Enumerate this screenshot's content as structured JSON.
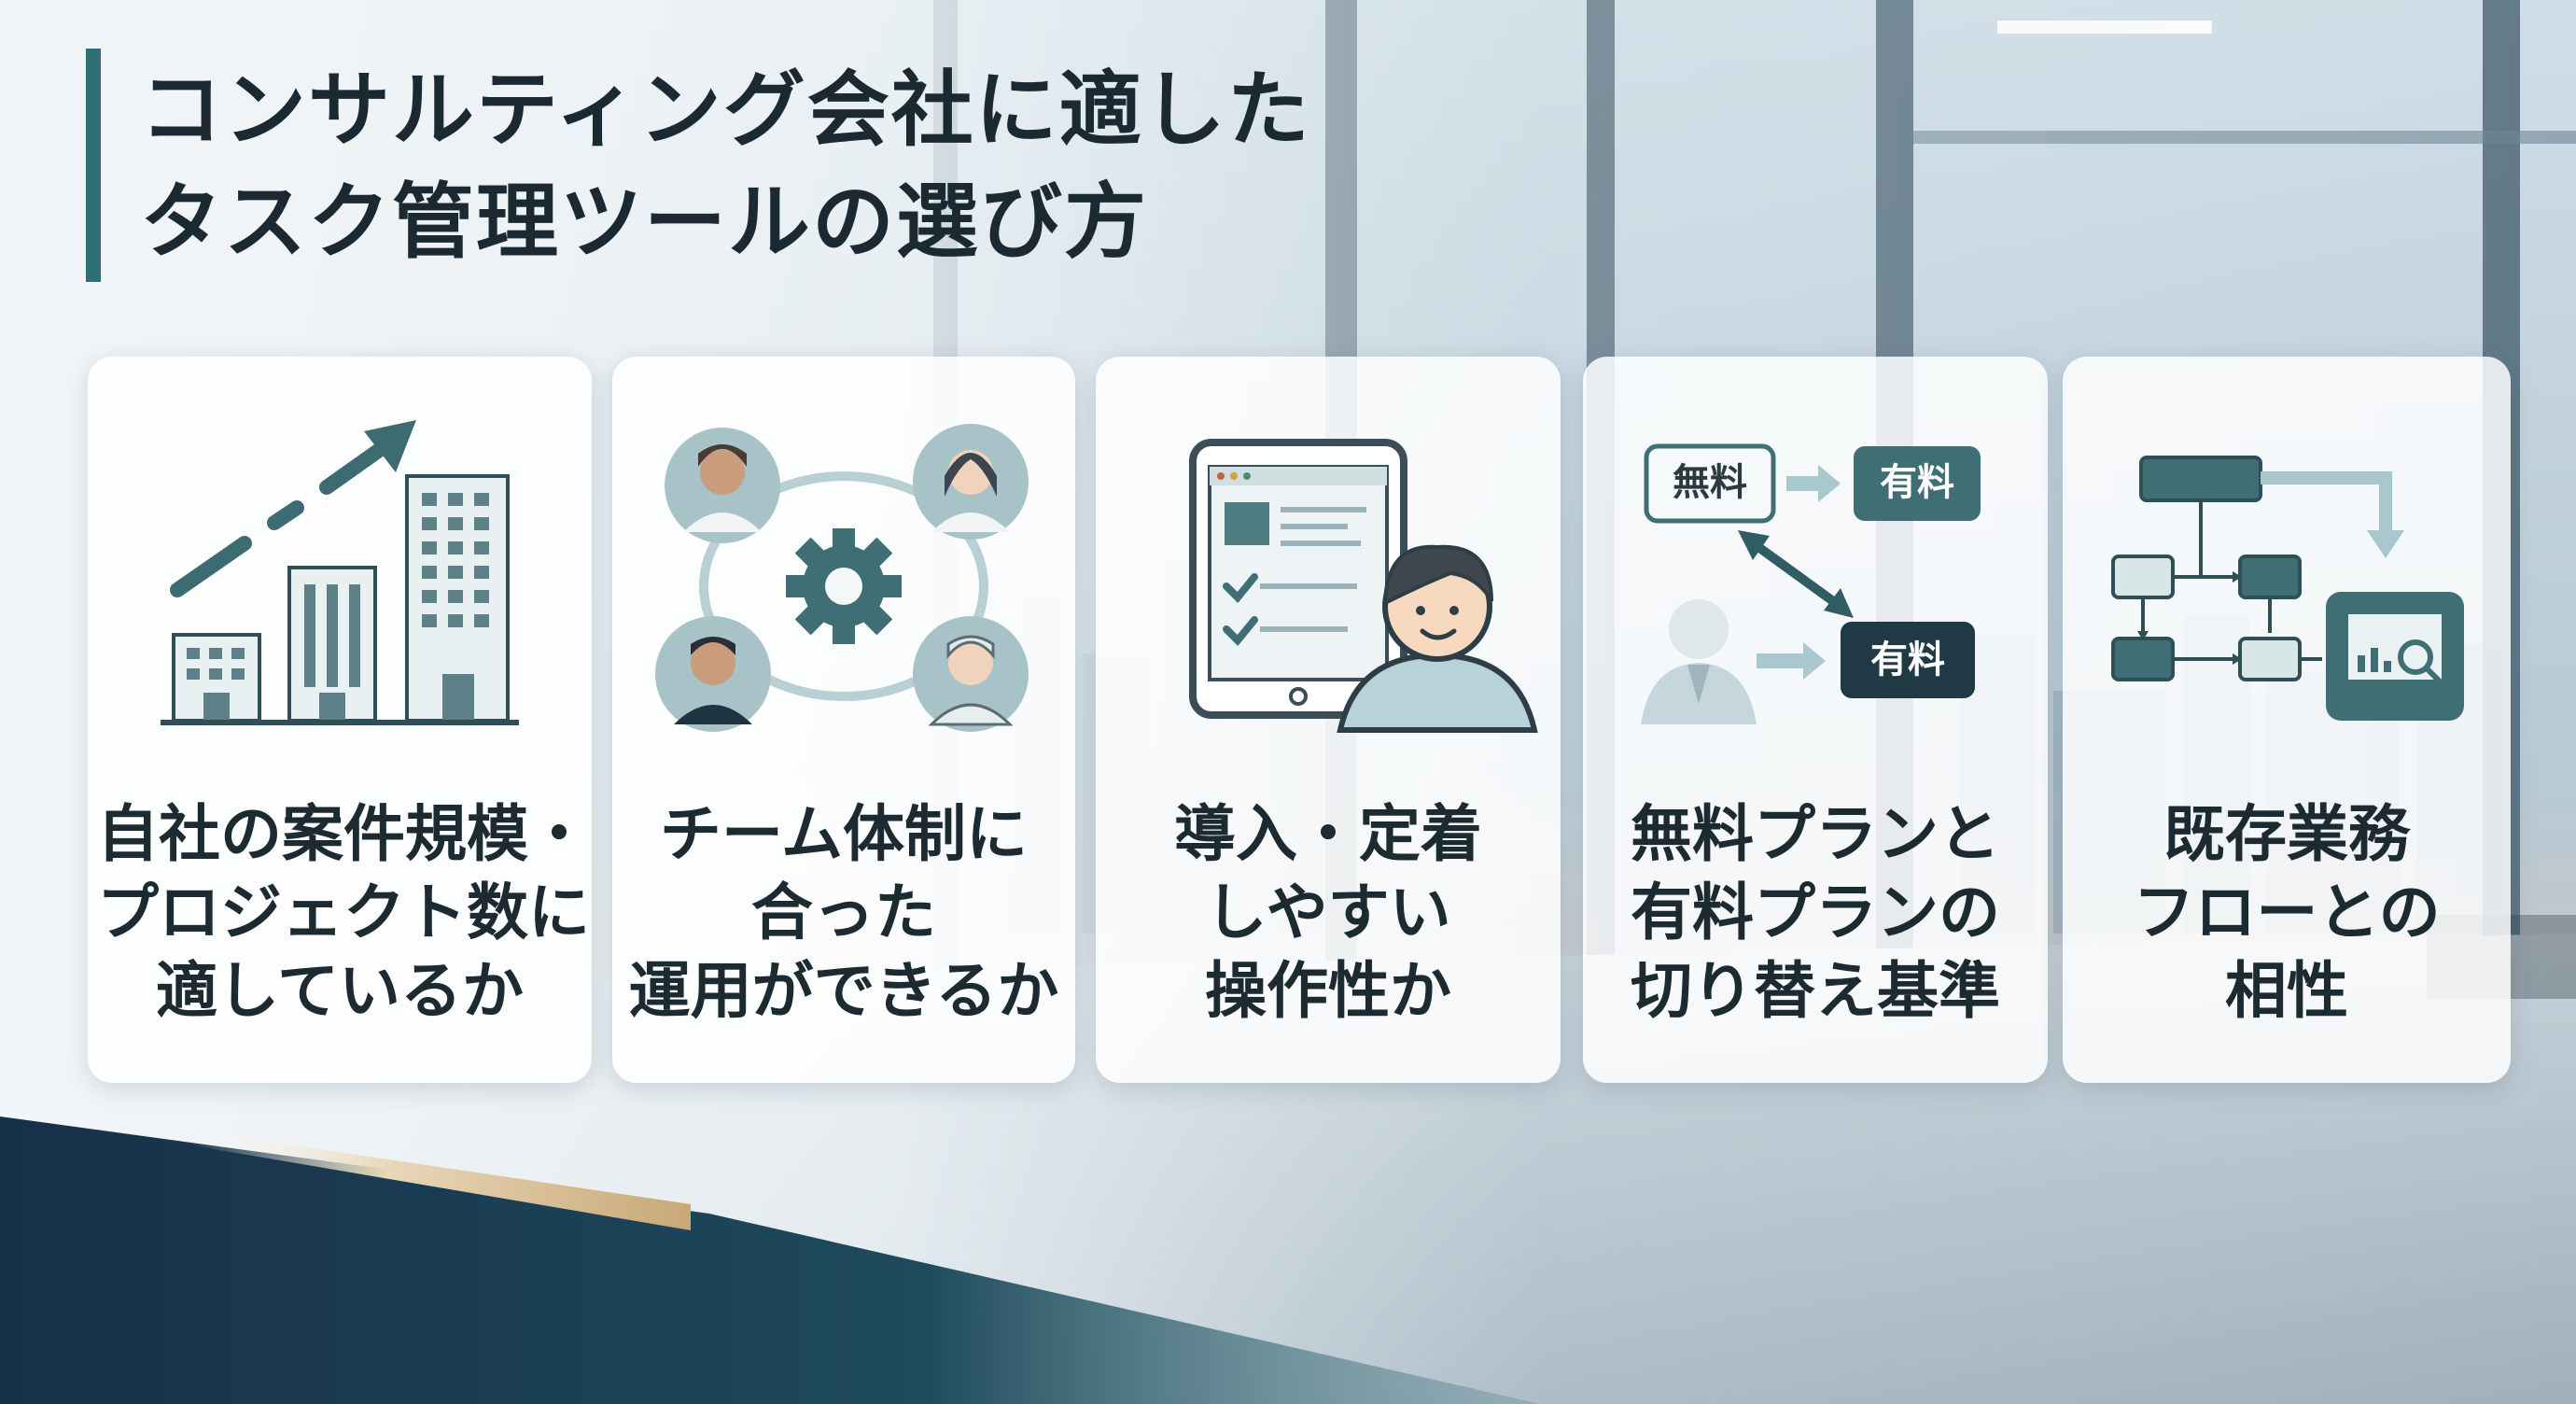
{
  "title": {
    "line1": "コンサルティング会社に適した",
    "line2": "タスク管理ツールの選び方"
  },
  "colors": {
    "accent": "#2f6e73",
    "card_bg": "#ffffff",
    "text": "#1c2a31",
    "navy": "#17354a",
    "soft_teal": "#a9c8cd"
  },
  "cards": [
    {
      "icon": "growth-buildings-icon",
      "lines": [
        "自社の案件規模・",
        "プロジェクト数に",
        "適しているか"
      ]
    },
    {
      "icon": "team-gear-icon",
      "lines": [
        "チーム体制に",
        "合った",
        "運用ができるか"
      ]
    },
    {
      "icon": "tablet-user-icon",
      "lines": [
        "導入・定着",
        "しやすい",
        "操作性か"
      ]
    },
    {
      "icon": "free-paid-plan-icon",
      "labels": {
        "free": "無料",
        "paid": "有料"
      },
      "lines": [
        "無料プランと",
        "有料プランの",
        "切り替え基準"
      ]
    },
    {
      "icon": "workflow-chart-icon",
      "lines": [
        "既存業務",
        "フローとの",
        "相性"
      ]
    }
  ]
}
